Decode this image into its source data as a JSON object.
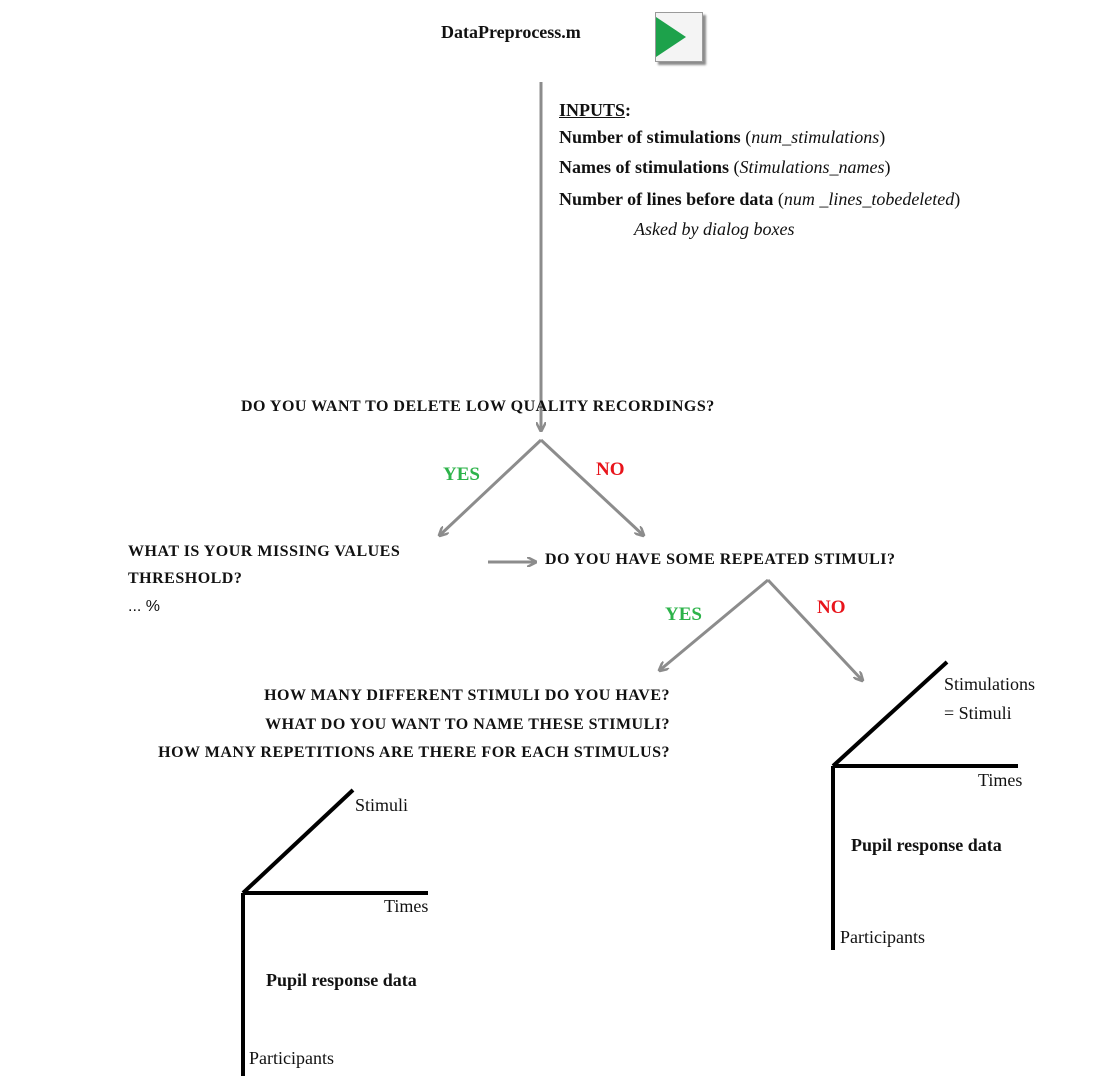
{
  "script_name": "DataPreprocess.m",
  "inputs": {
    "heading": "INPUTS",
    "heading_colon": ":",
    "line1_label": "Number of stimulations",
    "line1_var": "num_stimulations",
    "line2_label": "Names of stimulations",
    "line2_var": "Stimulations_names",
    "line3_label": "Number of lines before data",
    "line3_var": "num _lines_tobedeleted",
    "note": "Asked by dialog boxes"
  },
  "q_delete": "DO YOU WANT TO DELETE LOW QUALITY RECORDINGS?",
  "q_delete_yes": "YES",
  "q_delete_no": "NO",
  "q_threshold_line1": "WHAT IS YOUR MISSING VALUES",
  "q_threshold_line2": "THRESHOLD?",
  "q_threshold_value": "... %",
  "q_repeated": "DO YOU HAVE SOME REPEATED STIMULI?",
  "q_repeated_yes": "YES",
  "q_repeated_no": "NO",
  "stimuli_questions": [
    "HOW MANY DIFFERENT STIMULI DO YOU HAVE?",
    "WHAT DO YOU WANT TO NAME THESE STIMULI?",
    "HOW MANY REPETITIONS ARE THERE FOR EACH STIMULUS?"
  ],
  "cube_left": {
    "depth_label": "Stimuli",
    "x_label": "Times",
    "center_label": "Pupil response data",
    "y_label": "Participants"
  },
  "cube_right": {
    "depth_label_line1": "Stimulations",
    "depth_label_line2": "= Stimuli",
    "x_label": "Times",
    "center_label": "Pupil response data",
    "y_label": "Participants"
  },
  "colors": {
    "arrow_gray": "#8c8c8c",
    "yes_green": "#2db34a",
    "no_red": "#e8141b",
    "play_green": "#1da24b"
  }
}
